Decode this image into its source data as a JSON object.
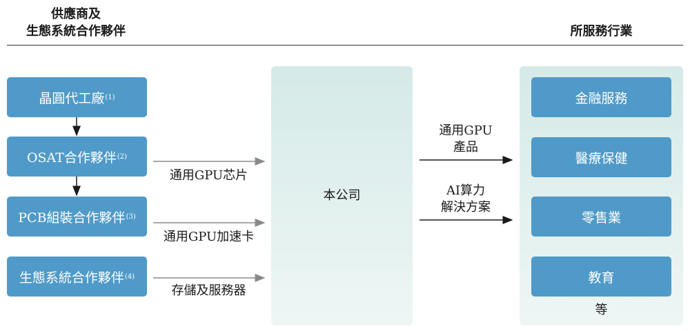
{
  "header": {
    "left_title_line1": "供應商及",
    "left_title_line2": "生態系統合作夥伴",
    "right_title": "所服務行業"
  },
  "suppliers": [
    {
      "label": "晶圓代工廠",
      "note": "(1)"
    },
    {
      "label": "OSAT合作夥伴",
      "note": "(2)"
    },
    {
      "label": "PCB組裝合作夥伴",
      "note": "(3)"
    },
    {
      "label": "生態系統合作夥伴",
      "note": "(4)"
    }
  ],
  "inputs": [
    "通用GPU芯片",
    "通用GPU加速卡",
    "存儲及服務器"
  ],
  "company": "本公司",
  "outputs": [
    {
      "line1": "通用GPU",
      "line2": "產品"
    },
    {
      "line1": "AI算力",
      "line2": "解決方案"
    }
  ],
  "industries": [
    "金融服務",
    "醫療保健",
    "零售業",
    "教育"
  ],
  "industries_etc": "等",
  "colors": {
    "box": "#4f9ac8",
    "panel": "#d5eae8",
    "gray_arrow": "#8a8a8a",
    "black_arrow": "#1a1a1a"
  }
}
